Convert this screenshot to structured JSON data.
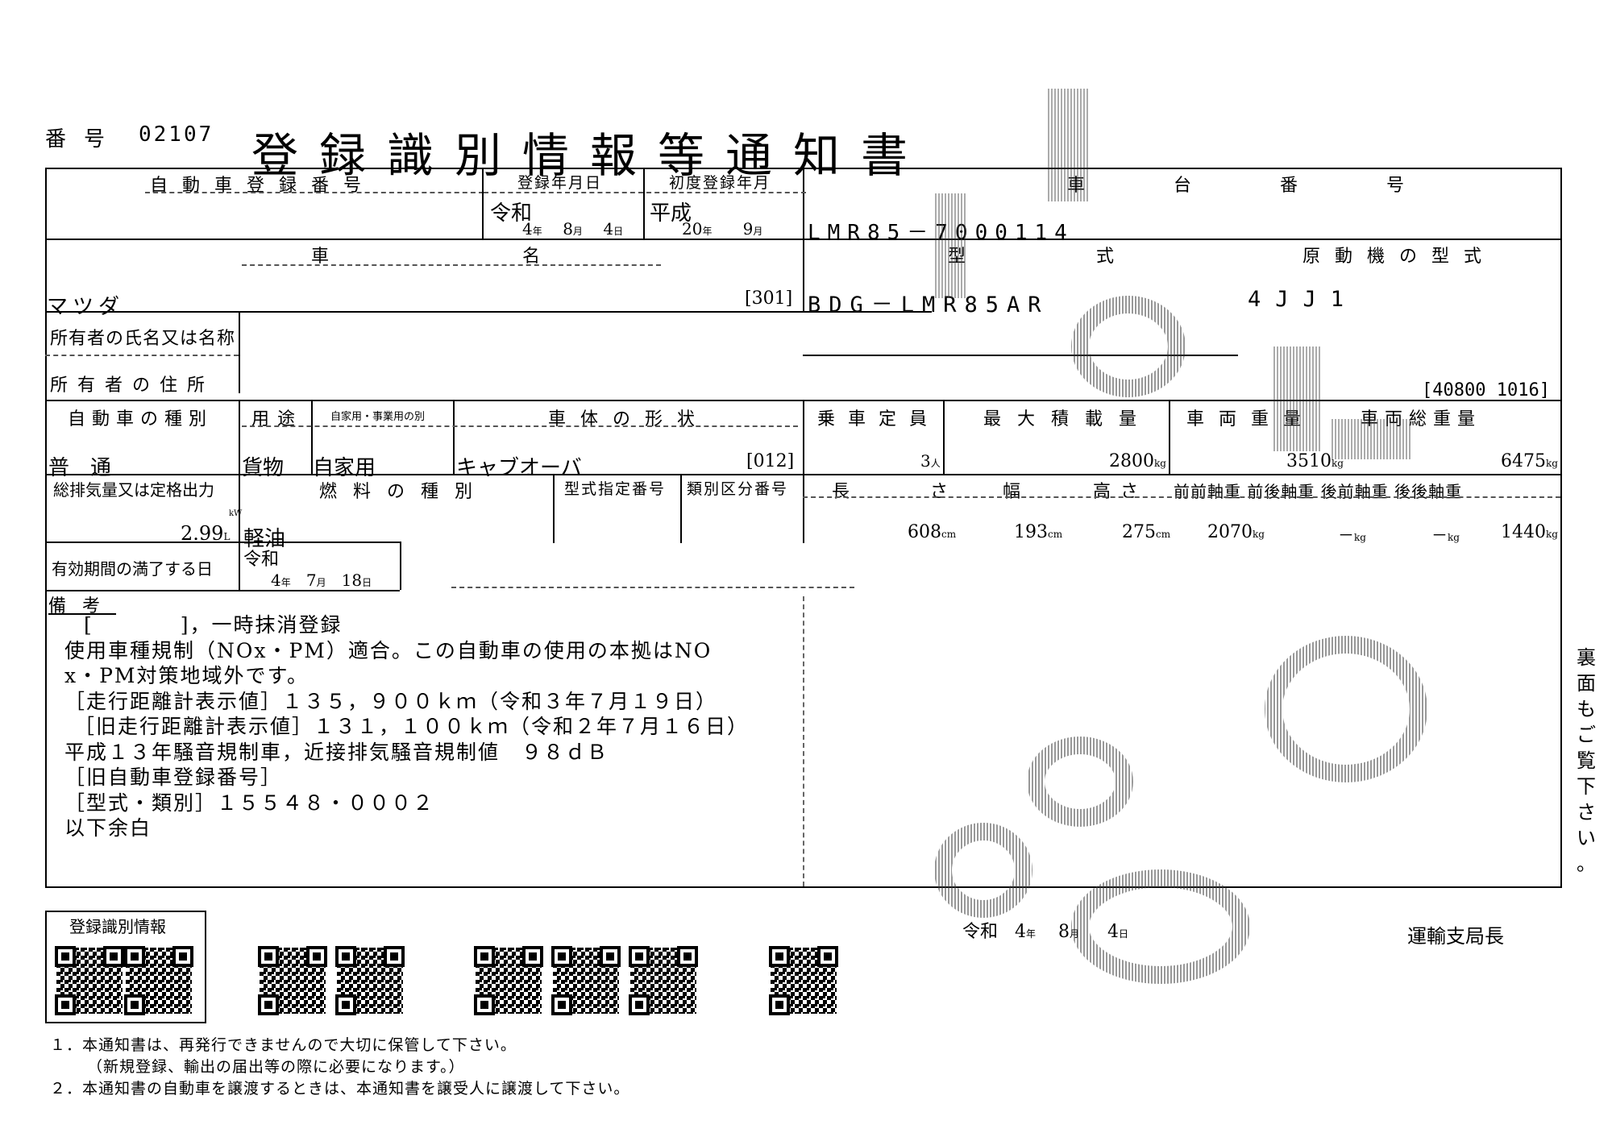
{
  "header": {
    "number_label": "番号",
    "number_value": "02107",
    "title": "登録識別情報等通知書"
  },
  "row1": {
    "reg_number_label": "自動車登録番号",
    "reg_date_label": "登録年月日",
    "first_reg_label": "初度登録年月",
    "chassis_label": "車台番号",
    "reg_era": "令和",
    "reg_y": "4",
    "reg_m": "8",
    "reg_d": "4",
    "first_era": "平成",
    "first_y": "20",
    "first_m": "9",
    "chassis_value": "LMR85－7000114"
  },
  "row2": {
    "car_name_label_1": "車",
    "car_name_label_2": "名",
    "model_label_1": "型",
    "model_label_2": "式",
    "engine_label": "原動機の型式",
    "car_name_value": "マツダ",
    "model_code": "[301]",
    "model_value": "BDG－LMR85AR",
    "engine_value": "4JJ1"
  },
  "owner": {
    "name_label": "所有者の氏名又は名称",
    "address_label": "所有者の住所",
    "code": "[40800 1016]"
  },
  "row3": {
    "kind_label": "自動車の種別",
    "use_label": "用途",
    "private_label": "自家用・事業用の別",
    "body_label": "車体の形状",
    "capacity_label": "乗車定員",
    "max_load_label": "最大積載量",
    "weight_label": "車両重量",
    "gross_label": "車両総重量",
    "kind_value": "普通",
    "use_value": "貨物",
    "private_value": "自家用",
    "body_value": "キャブオーバ",
    "body_code": "[012]",
    "capacity_value": "3",
    "capacity_unit": "人",
    "max_load_value": "2800",
    "weight_value": "3510",
    "gross_value": "6475",
    "kg": "kg"
  },
  "row4": {
    "displacement_label": "総排気量又は定格出力",
    "fuel_label": "燃料の種別",
    "type_no_label": "型式指定番号",
    "class_no_label": "類別区分番号",
    "length_label": "長さ",
    "width_label": "幅",
    "height_label": "高さ",
    "axles_label": "前前軸重 前後軸重 後前軸重 後後軸重",
    "displacement_value": "2.99",
    "displacement_unit": "L",
    "kw": "kW",
    "fuel_value": "軽油",
    "length_value": "608",
    "width_value": "193",
    "height_value": "275",
    "cm": "cm",
    "ff_axle": "2070",
    "fr_axle": "－",
    "rf_axle": "－",
    "rr_axle": "1440",
    "kg": "kg"
  },
  "expiry": {
    "label": "有効期間の満了する日",
    "era": "令和",
    "y": "4",
    "m": "7",
    "d": "18"
  },
  "remarks": {
    "label": "備考",
    "lines": [
      "[　　　　]，一時抹消登録",
      "使用車種規制（NOx・PM）適合。この自動車の使用の本拠はNO",
      "x・PM対策地域外です。",
      "［走行距離計表示値］１３５，９００ｋｍ（令和３年７月１９日）",
      "［旧走行距離計表示値］１３１，１００ｋｍ（令和２年７月１６日）",
      "平成１３年騒音規制車，近接排気騒音規制値　９８ｄＢ",
      "［旧自動車登録番号］",
      "［型式・類別］１５５４８・０００２",
      "以下余白"
    ]
  },
  "side_note": [
    "裏",
    "面",
    "も",
    "ご",
    "覧",
    "下",
    "さ",
    "い",
    "。"
  ],
  "footer": {
    "qr_box_label": "登録識別情報",
    "date_era": "令和",
    "date_y": "4",
    "date_m": "8",
    "date_d": "4",
    "issuer": "運輸支局長",
    "notes": [
      "１．本通知書は、再発行できませんので大切に保管して下さい。",
      "（新規登録、輸出の届出等の際に必要になります。）",
      "２．本通知書の自動車を譲渡するときは、本通知書を譲受人に譲渡して下さい。"
    ]
  },
  "date_units": {
    "year": "年",
    "month": "月",
    "day": "日"
  }
}
